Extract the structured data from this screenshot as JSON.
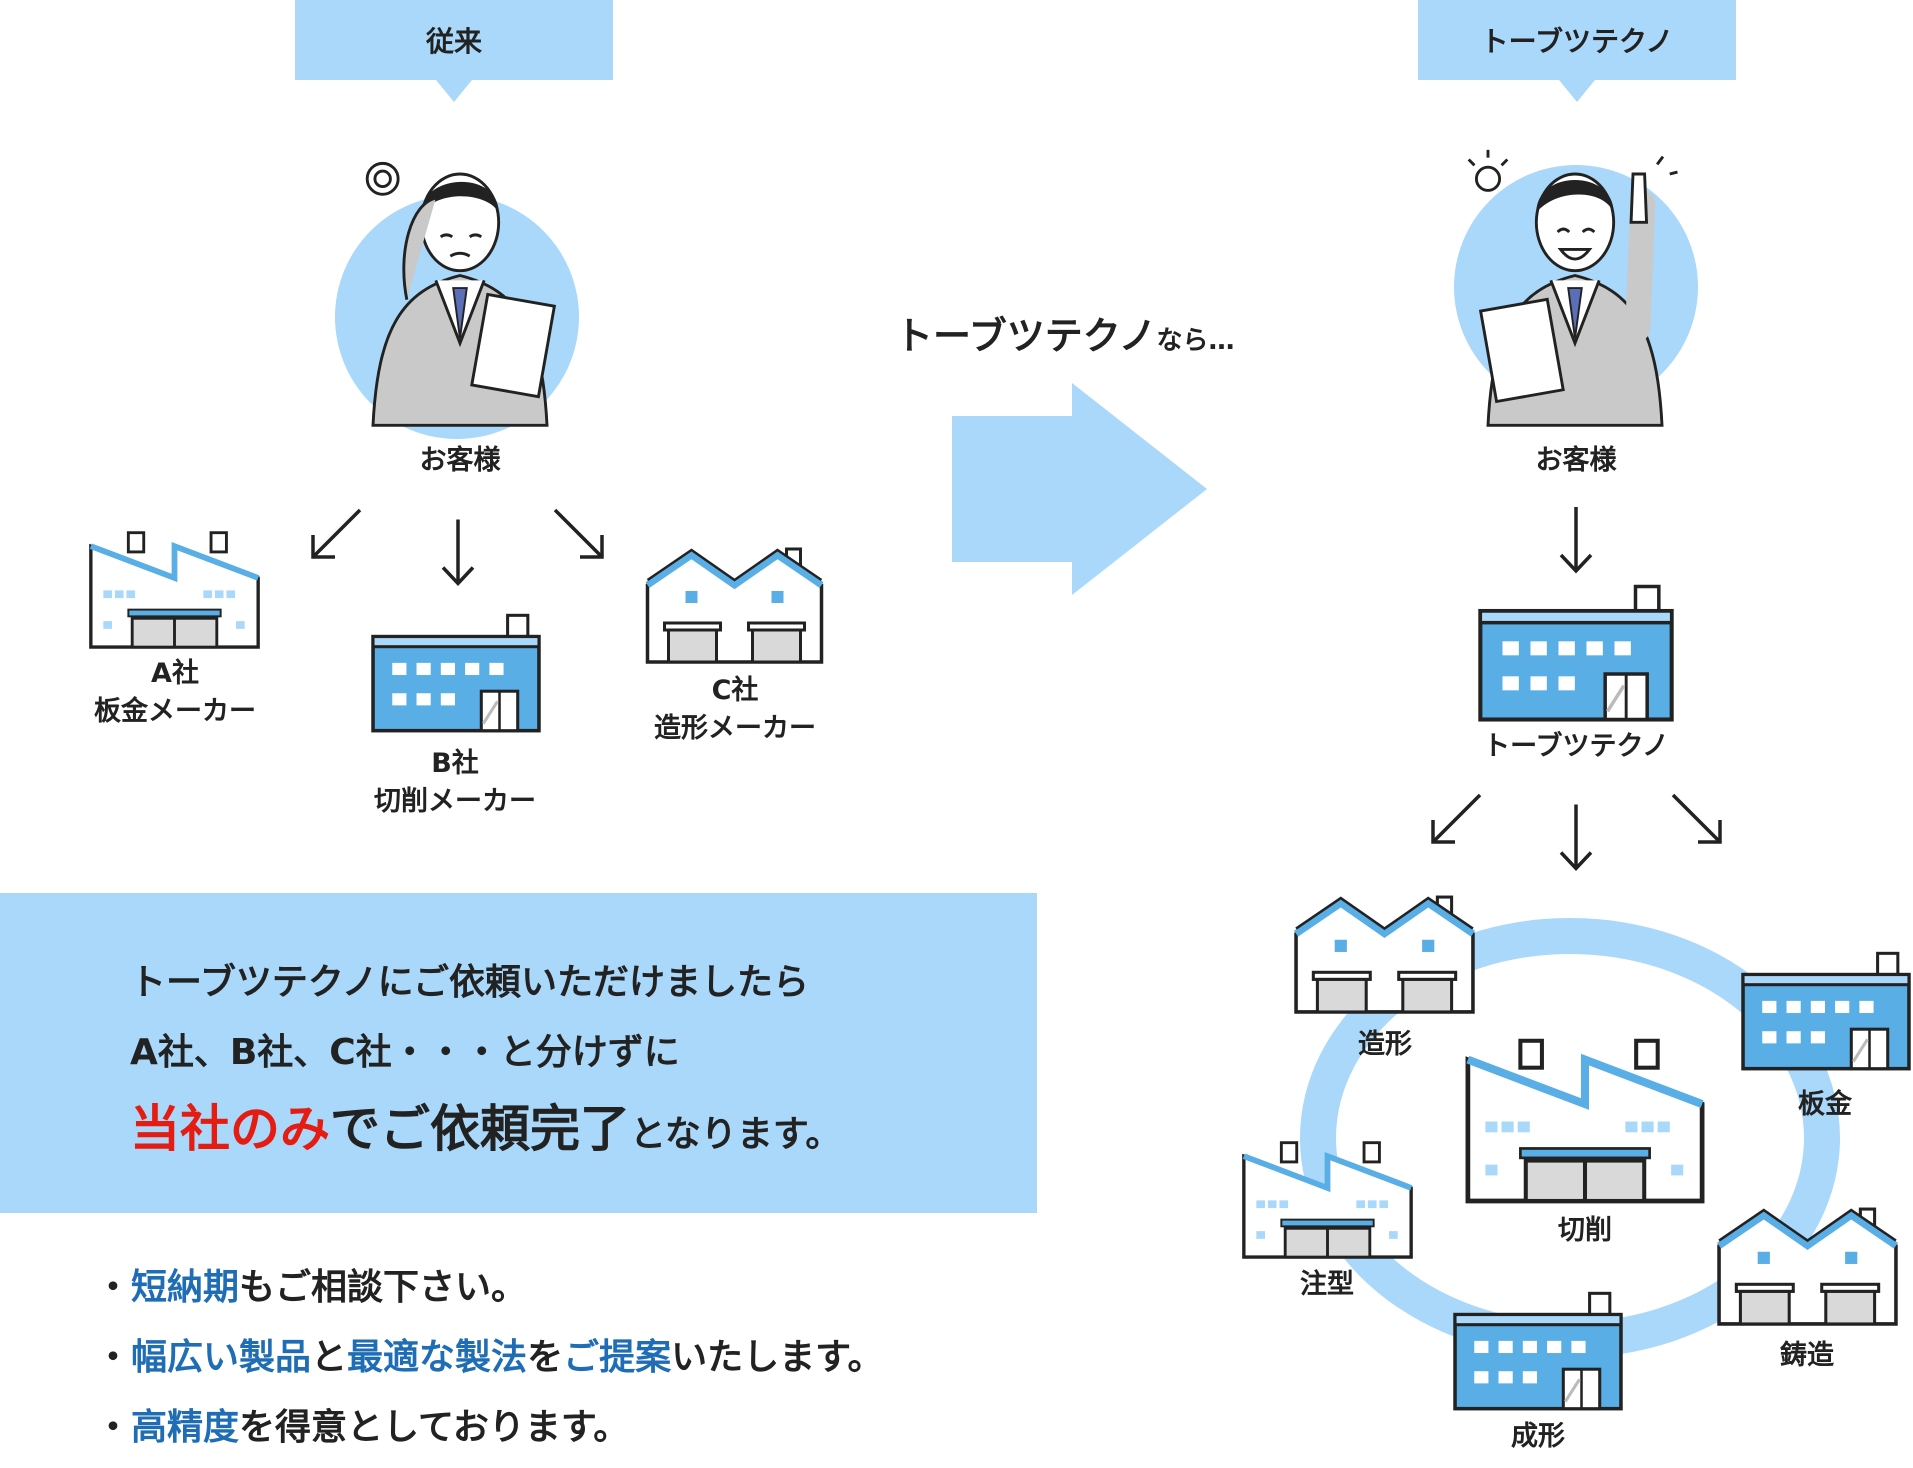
{
  "left": {
    "tab": "従来",
    "customer": "お客様",
    "companies": [
      {
        "name": "A社",
        "role": "板金メーカー"
      },
      {
        "name": "B社",
        "role": "切削メーカー"
      },
      {
        "name": "C社",
        "role": "造形メーカー"
      }
    ]
  },
  "middle": {
    "lead_main": "トーブツテクノ",
    "lead_small": "なら…"
  },
  "right": {
    "tab": "トーブツテクノ",
    "customer": "お客様",
    "company": "トーブツテクノ",
    "processes": [
      "造形",
      "板金",
      "切削",
      "注型",
      "鋳造",
      "成形"
    ]
  },
  "message": {
    "line1": "トーブツテクノにご依頼いただけましたら",
    "line2": "A社、B社、C社・・・と分けずに",
    "line3_red": "当社のみ",
    "line3_mid": "でご依頼完了",
    "line3_end": "となります。"
  },
  "bullets": [
    [
      {
        "t": "・",
        "c": ""
      },
      {
        "t": "短納期",
        "c": "blue"
      },
      {
        "t": "もご相談下さい。",
        "c": ""
      }
    ],
    [
      {
        "t": "・",
        "c": ""
      },
      {
        "t": "幅広い製品",
        "c": "blue"
      },
      {
        "t": "と",
        "c": ""
      },
      {
        "t": "最適な製法",
        "c": "blue"
      },
      {
        "t": "を",
        "c": ""
      },
      {
        "t": "ご提案",
        "c": "blue"
      },
      {
        "t": "いたします。",
        "c": ""
      }
    ],
    [
      {
        "t": "・",
        "c": ""
      },
      {
        "t": "高精度",
        "c": "blue"
      },
      {
        "t": "を得意としております。",
        "c": ""
      }
    ]
  ],
  "colors": {
    "light_blue": "#a9d8fb",
    "factory_blue": "#5aaee6",
    "accent_red": "#e41c12",
    "accent_blue": "#1f6db5"
  },
  "icons": [
    "worried-businessman-icon",
    "happy-businessman-icon",
    "factory-icon",
    "arrow-icon"
  ]
}
